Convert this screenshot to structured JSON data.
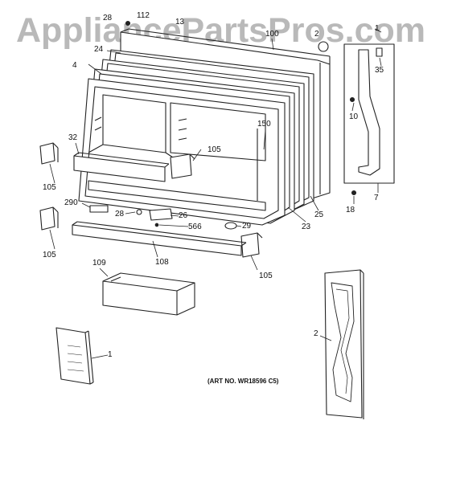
{
  "watermark": "AppliancePartsPros.com",
  "art_number": "(ART NO. WR18596 C5)",
  "callouts": {
    "c28_top": "28",
    "c112": "112",
    "c13": "13",
    "c100": "100",
    "c2_top": "2",
    "c1_top": "1",
    "c24": "24",
    "c35": "35",
    "c4": "4",
    "c10": "10",
    "c150": "150",
    "c32": "32",
    "c105_a": "105",
    "c105_b": "105",
    "c105_c": "105",
    "c105_d": "105",
    "c290": "290",
    "c28_mid": "28",
    "c26": "26",
    "c566": "566",
    "c29": "29",
    "c25": "25",
    "c23": "23",
    "c18": "18",
    "c7": "7",
    "c109": "109",
    "c108": "108",
    "c2_side": "2",
    "c1_manual": "1"
  }
}
